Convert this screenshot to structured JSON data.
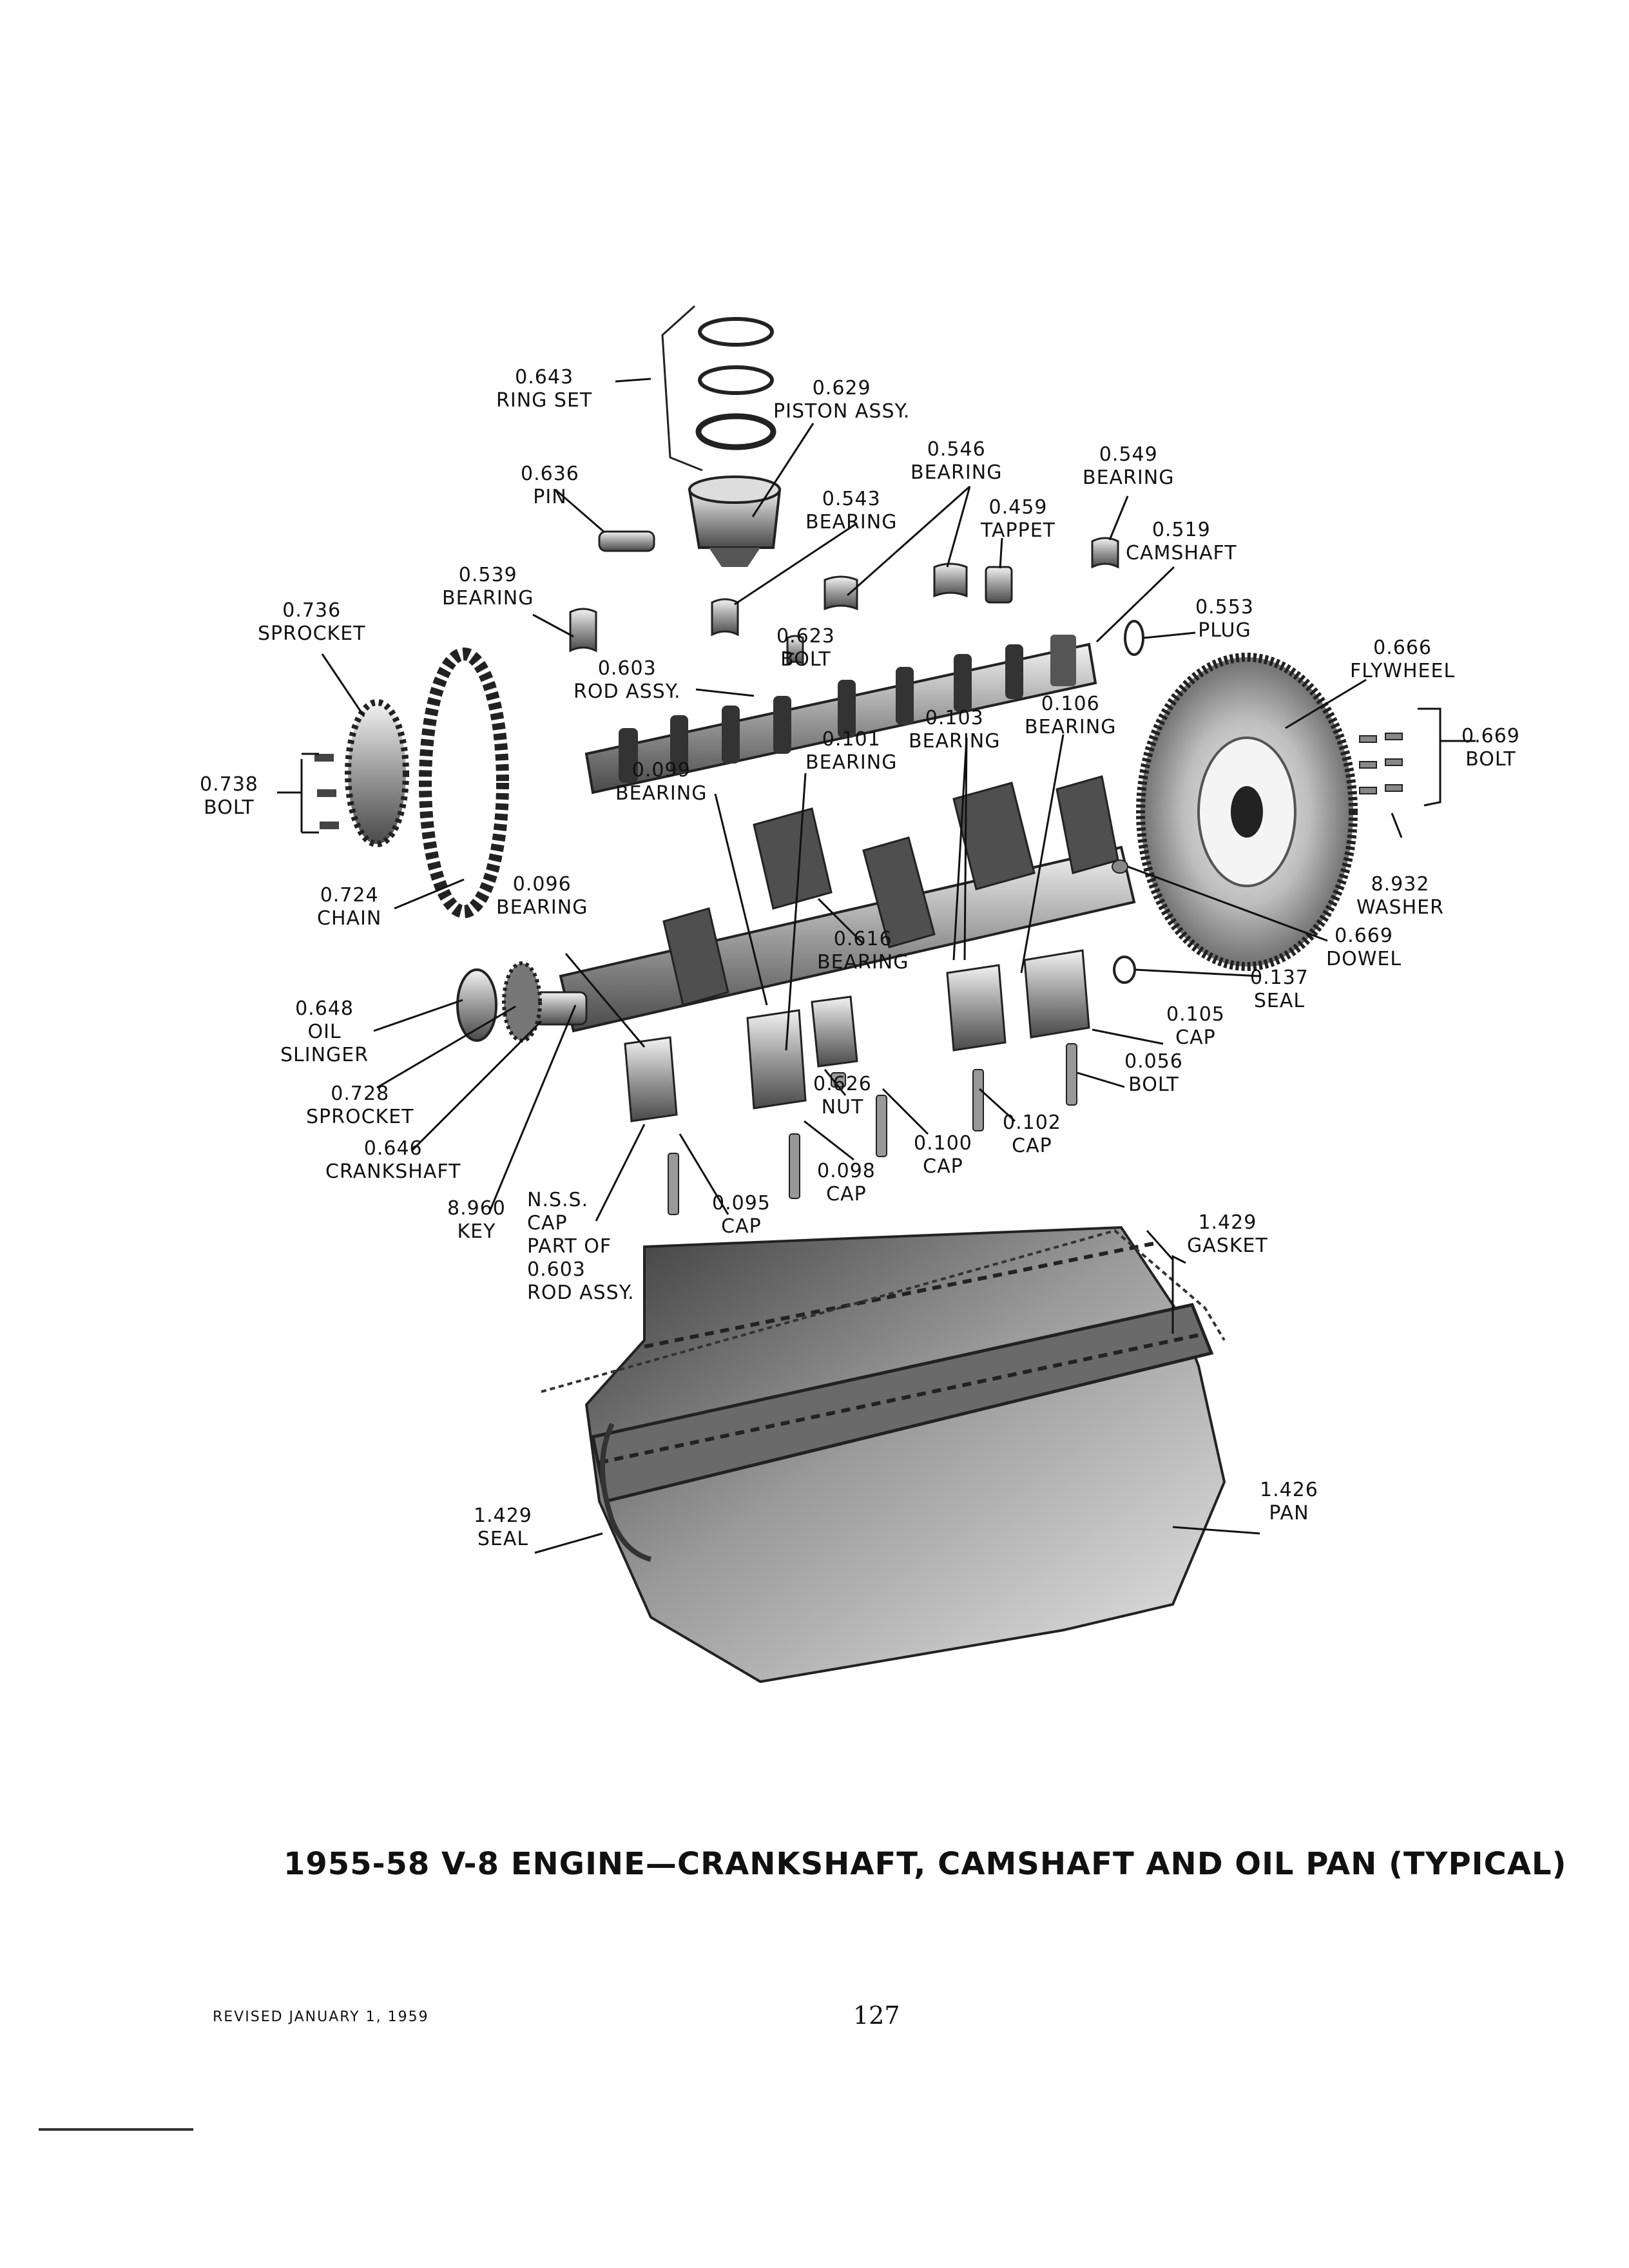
{
  "labels": [
    {
      "id": "ring-set",
      "lines": [
        "0.643",
        "RING SET"
      ]
    },
    {
      "id": "piston-assy",
      "lines": [
        "0.629",
        "PISTON ASSY."
      ]
    },
    {
      "id": "pin",
      "lines": [
        "0.636",
        "PIN"
      ]
    },
    {
      "id": "bearing-546",
      "lines": [
        "0.546",
        "BEARING"
      ]
    },
    {
      "id": "bearing-549",
      "lines": [
        "0.549",
        "BEARING"
      ]
    },
    {
      "id": "bearing-543",
      "lines": [
        "0.543",
        "BEARING"
      ]
    },
    {
      "id": "tappet",
      "lines": [
        "0.459",
        "TAPPET"
      ]
    },
    {
      "id": "camshaft",
      "lines": [
        "0.519",
        "CAMSHAFT"
      ]
    },
    {
      "id": "bearing-539",
      "lines": [
        "0.539",
        "BEARING"
      ]
    },
    {
      "id": "plug",
      "lines": [
        "0.553",
        "PLUG"
      ]
    },
    {
      "id": "sprocket-736",
      "lines": [
        "0.736",
        "SPROCKET"
      ]
    },
    {
      "id": "bolt-623",
      "lines": [
        "0.623",
        "BOLT"
      ]
    },
    {
      "id": "flywheel",
      "lines": [
        "0.666",
        "FLYWHEEL"
      ]
    },
    {
      "id": "rod-assy",
      "lines": [
        "0.603",
        "ROD ASSY."
      ]
    },
    {
      "id": "bearing-106",
      "lines": [
        "0.106",
        "BEARING"
      ]
    },
    {
      "id": "bearing-103",
      "lines": [
        "0.103",
        "BEARING"
      ]
    },
    {
      "id": "bearing-101",
      "lines": [
        "0.101",
        "BEARING"
      ]
    },
    {
      "id": "bolt-669",
      "lines": [
        "0.669",
        "BOLT"
      ]
    },
    {
      "id": "bolt-738",
      "lines": [
        "0.738",
        "BOLT"
      ]
    },
    {
      "id": "bearing-099",
      "lines": [
        "0.099",
        "BEARING"
      ]
    },
    {
      "id": "washer",
      "lines": [
        "8.932",
        "WASHER"
      ]
    },
    {
      "id": "chain",
      "lines": [
        "0.724",
        "CHAIN"
      ]
    },
    {
      "id": "bearing-096",
      "lines": [
        "0.096",
        "BEARING"
      ]
    },
    {
      "id": "dowel",
      "lines": [
        "0.669",
        "DOWEL"
      ]
    },
    {
      "id": "bearing-616",
      "lines": [
        "0.616",
        "BEARING"
      ]
    },
    {
      "id": "seal-137",
      "lines": [
        "0.137",
        "SEAL"
      ]
    },
    {
      "id": "oil-slinger",
      "lines": [
        "0.648",
        "OIL",
        "SLINGER"
      ]
    },
    {
      "id": "cap-105",
      "lines": [
        "0.105",
        "CAP"
      ]
    },
    {
      "id": "bolt-056",
      "lines": [
        "0.056",
        "BOLT"
      ]
    },
    {
      "id": "sprocket-728",
      "lines": [
        "0.728",
        "SPROCKET"
      ]
    },
    {
      "id": "nut",
      "lines": [
        "0.626",
        "NUT"
      ]
    },
    {
      "id": "cap-102",
      "lines": [
        "0.102",
        "CAP"
      ]
    },
    {
      "id": "crankshaft",
      "lines": [
        "0.646",
        "CRANKSHAFT"
      ]
    },
    {
      "id": "cap-100",
      "lines": [
        "0.100",
        "CAP"
      ]
    },
    {
      "id": "cap-098",
      "lines": [
        "0.098",
        "CAP"
      ]
    },
    {
      "id": "key",
      "lines": [
        "8.960",
        "KEY"
      ]
    },
    {
      "id": "nss-cap",
      "lines": [
        "N.S.S.",
        "CAP",
        "PART OF",
        "0.603",
        "ROD ASSY."
      ]
    },
    {
      "id": "cap-095",
      "lines": [
        "0.095",
        "CAP"
      ]
    },
    {
      "id": "gasket",
      "lines": [
        "1.429",
        "GASKET"
      ]
    },
    {
      "id": "seal-1429",
      "lines": [
        "1.429",
        "SEAL"
      ]
    },
    {
      "id": "pan",
      "lines": [
        "1.426",
        "PAN"
      ]
    }
  ],
  "caption": "1955-58 V-8 ENGINE—CRANKSHAFT, CAMSHAFT AND OIL PAN (TYPICAL)",
  "revised": "REVISED JANUARY 1, 1959",
  "page_number": "127"
}
